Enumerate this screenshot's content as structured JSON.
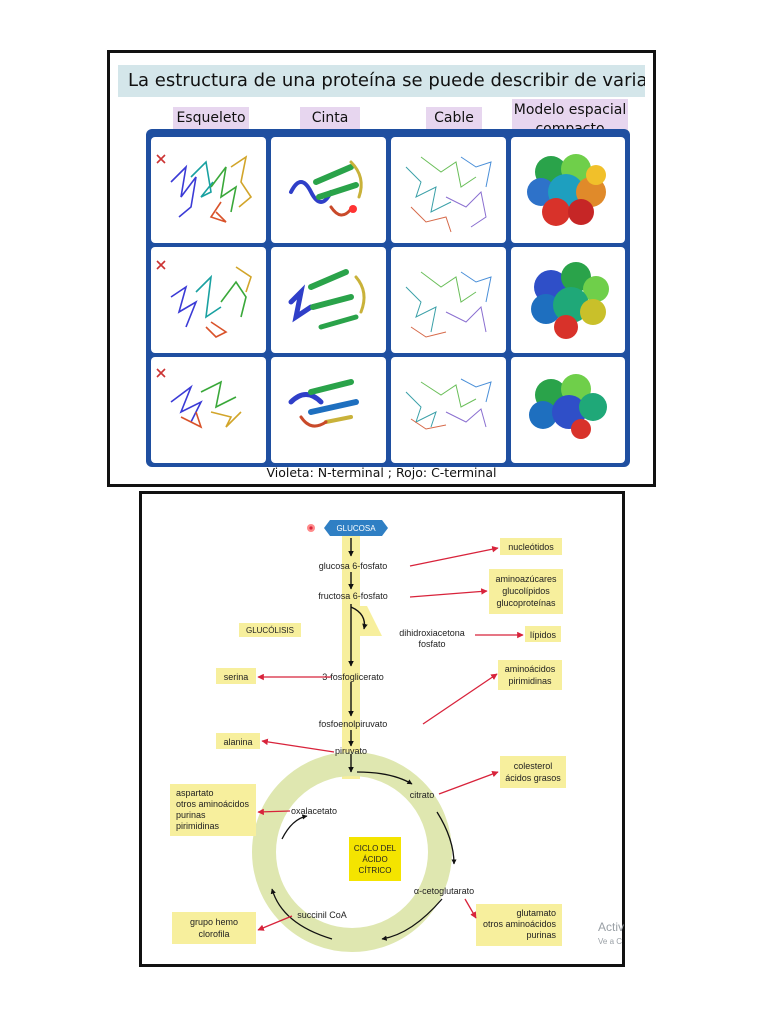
{
  "top_figure": {
    "title": "La estructura de una proteína se puede describir de varias maneras",
    "columns": [
      "Esqueleto",
      "Cinta",
      "Cable",
      "Modelo espacial compacto"
    ],
    "footer": "Violeta: N-terminal ; Rojo: C-terminal",
    "colors": {
      "frame": "#1f4fa0",
      "title_band": "#d4e6ea",
      "label_bg": "#e7d6ef"
    }
  },
  "bottom_figure": {
    "start": "GLUCOSA",
    "pathway_label": "GLUCÓLISIS",
    "cycle_label": [
      "CICLO DEL",
      "ÁCIDO",
      "CÍTRICO"
    ],
    "metabolites": {
      "g6p": "glucosa 6-fosfato",
      "f6p": "fructosa 6-fosfato",
      "dhap": [
        "dihidroxiacetona",
        "fosfato"
      ],
      "pg3": "3-fosfoglicerato",
      "pep": "fosfoenolpiruvato",
      "pyr": "piruvato",
      "cit": "citrato",
      "oaa": "oxalacetato",
      "akg": "α-cetoglutarato",
      "succ": "succinil CoA"
    },
    "products": {
      "nucleotidos": [
        "nucleótidos"
      ],
      "aminoazucares": [
        "aminoazúcares",
        "glucolípidos",
        "glucoproteínas"
      ],
      "lipidos": [
        "lípidos"
      ],
      "serina": [
        "serina"
      ],
      "aminoacidos_pirimidinas": [
        "aminoácidos",
        "pirimidinas"
      ],
      "alanina": [
        "alanina"
      ],
      "colesterol": [
        "colesterol",
        "ácidos grasos"
      ],
      "aspartato": [
        "aspartato",
        "otros aminoácidos",
        "purinas",
        "pirimidinas"
      ],
      "glutamato": [
        "glutamato",
        "otros aminoácidos",
        "purinas"
      ],
      "hemo": [
        "grupo hemo",
        "clorofila"
      ]
    },
    "overlay": [
      "Activ",
      "Ve a C"
    ],
    "colors": {
      "box": "#f7ef9d",
      "arrow": "#d8233b",
      "ring": "#dfe7b0",
      "start_box": "#2f7fc4",
      "cycle_box": "#f4e400"
    }
  }
}
